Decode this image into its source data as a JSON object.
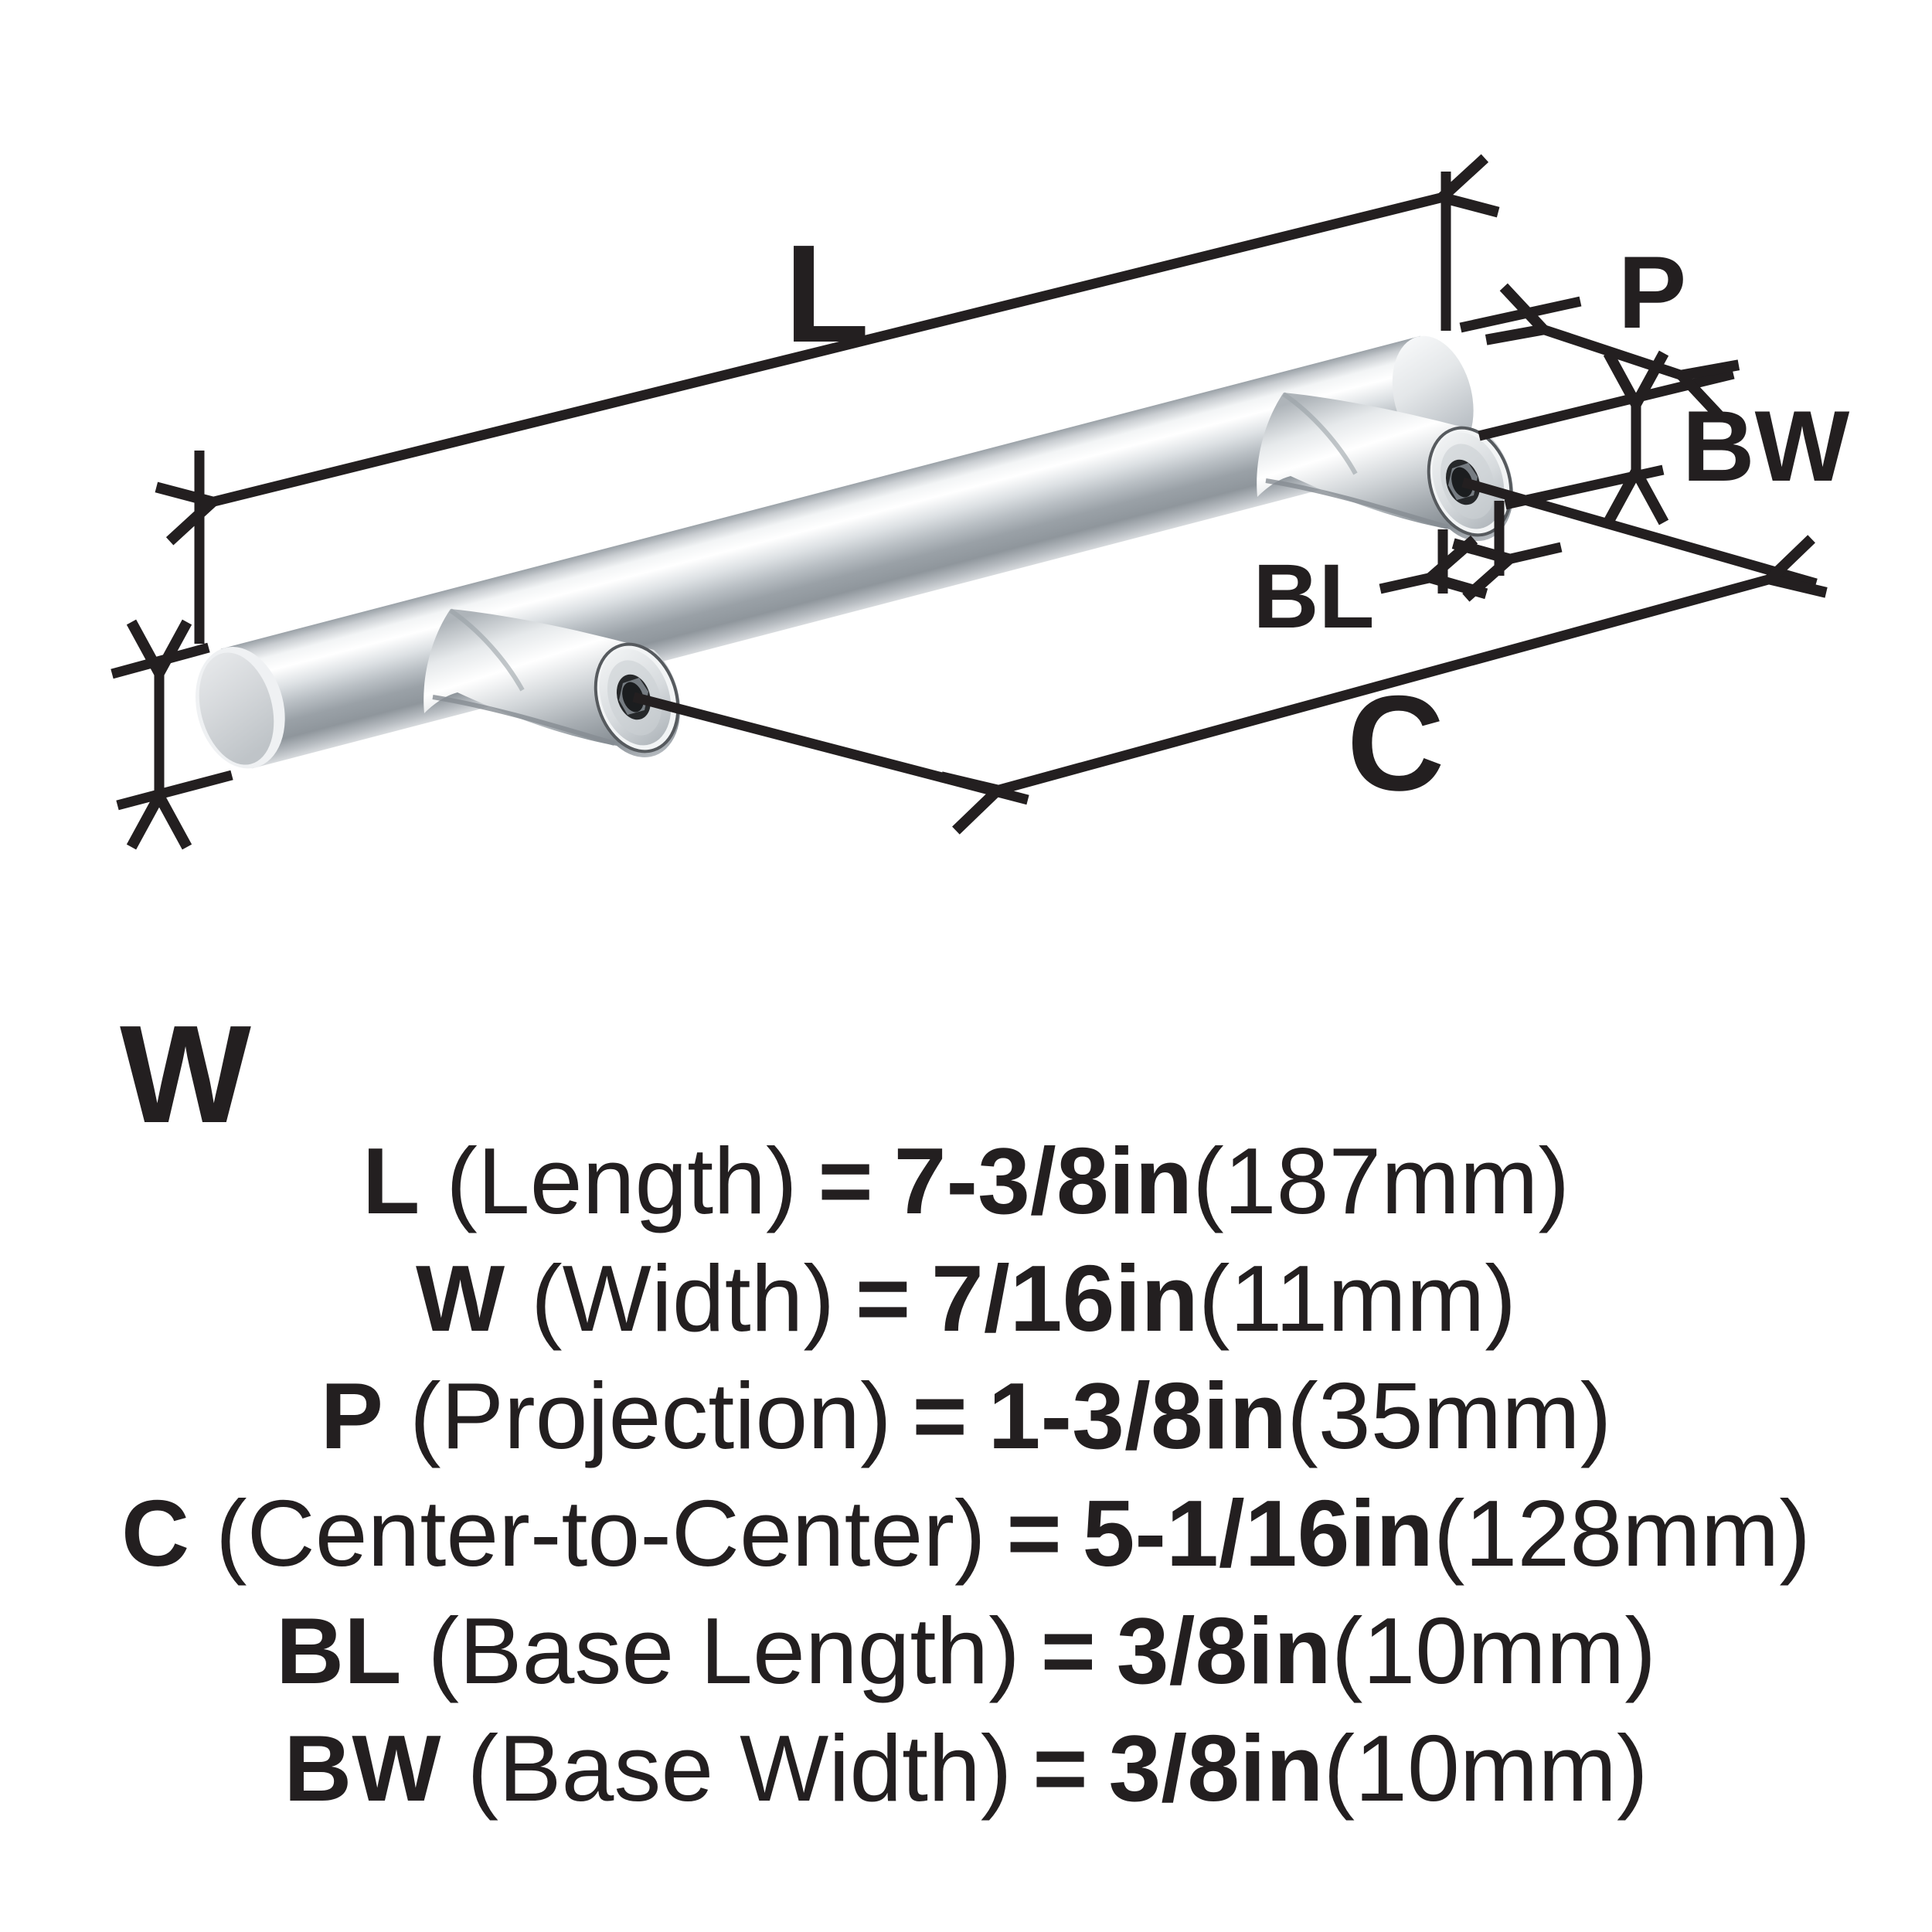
{
  "page": {
    "background": "#ffffff",
    "ink_color": "#231f20",
    "metal_highlight": "#ffffff",
    "metal_mid": "#c3c8cc",
    "metal_shadow": "#8f969c"
  },
  "diagram": {
    "labels": {
      "length": "L",
      "width": "W",
      "projection": "P",
      "center_to_center": "C",
      "base_length": "BL",
      "base_width": "BW"
    }
  },
  "spec": {
    "rows": [
      {
        "code": "L",
        "name": "(Length)",
        "eq": "=",
        "value": "7-3/8in",
        "metric": "(187mm)"
      },
      {
        "code": "W",
        "name": "(Width)",
        "eq": "=",
        "value": "7/16in",
        "metric": "(11mm)"
      },
      {
        "code": "P",
        "name": "(Projection)",
        "eq": "=",
        "value": "1-3/8in",
        "metric": "(35mm)"
      },
      {
        "code": "C",
        "name": "(Center-to-Center)",
        "eq": "=",
        "value": "5-1/16in",
        "metric": "(128mm)"
      },
      {
        "code": "BL",
        "name": "(Base Length)",
        "eq": "=",
        "value": "3/8in",
        "metric": "(10mm)"
      },
      {
        "code": "BW",
        "name": "(Base Width)",
        "eq": "=",
        "value": "3/8in",
        "metric": "(10mm)"
      }
    ]
  }
}
